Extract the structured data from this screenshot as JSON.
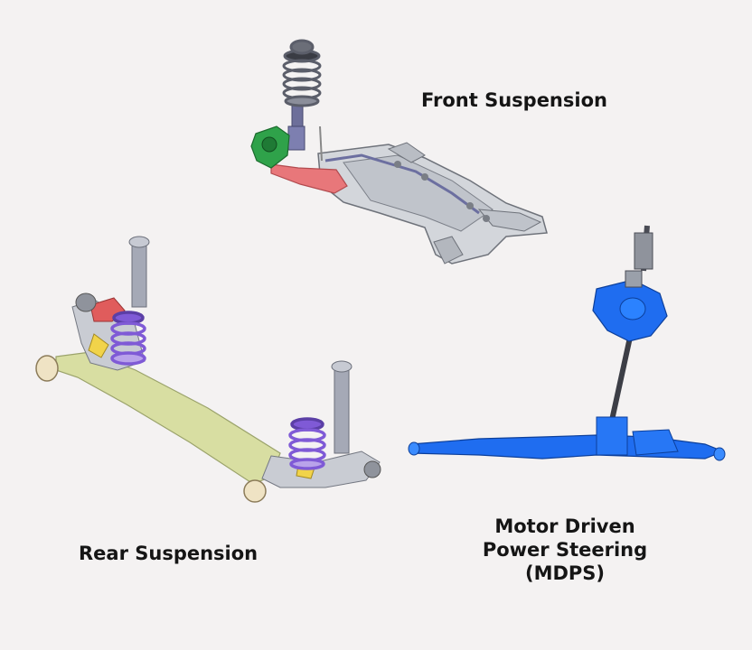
{
  "labels": {
    "front_suspension": "Front Suspension",
    "rear_suspension": "Rear Suspension",
    "mdps_line1": "Motor Driven",
    "mdps_line2": "Power Steering",
    "mdps_line3": "(MDPS)"
  },
  "colors": {
    "background": "#f4f2f2",
    "frame_gray": "#c9ccd2",
    "control_arm_red": "#e8777a",
    "knuckle_green": "#2fa24a",
    "spring_purple": "#7f5ad6",
    "torsion_beam_yellow": "#d8dea2",
    "steering_blue": "#1f6df0",
    "shock_gray": "#a5a9b6"
  }
}
